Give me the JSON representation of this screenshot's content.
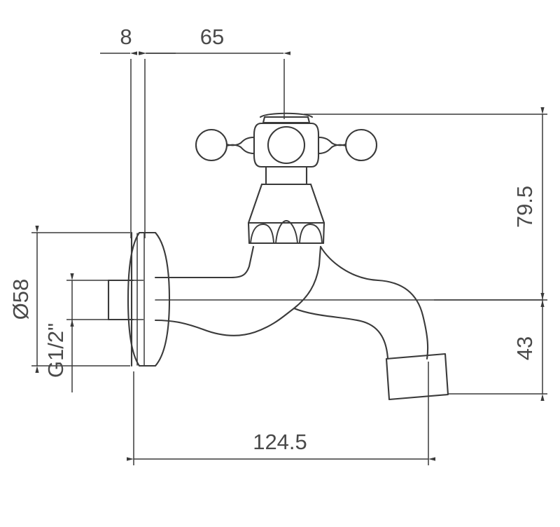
{
  "drawing": {
    "title": "Wall-mounted bib tap technical drawing",
    "units": "mm",
    "line_color": "#3a3a3a",
    "dimension_color": "#4a4a4a",
    "background": "#ffffff"
  },
  "dimensions": {
    "flange_thickness": "8",
    "wall_to_handle_center": "65",
    "flange_diameter": "Ø58",
    "inlet_thread": "G1/2\"",
    "handle_height_above_center": "79.5",
    "center_to_outlet_bottom": "43",
    "total_projection": "124.5"
  },
  "labels": [
    {
      "name": "flange-thickness",
      "text": "8",
      "orientation": "horizontal"
    },
    {
      "name": "wall-to-handle-center",
      "text": "65",
      "orientation": "horizontal"
    },
    {
      "name": "flange-diameter",
      "text": "Ø58",
      "orientation": "vertical"
    },
    {
      "name": "inlet-thread",
      "text": "G1/2\"",
      "orientation": "vertical"
    },
    {
      "name": "handle-height",
      "text": "79.5",
      "orientation": "vertical"
    },
    {
      "name": "outlet-drop",
      "text": "43",
      "orientation": "vertical"
    },
    {
      "name": "total-projection",
      "text": "124.5",
      "orientation": "horizontal"
    }
  ],
  "parts": [
    {
      "name": "wall-flange",
      "label": "Wall flange / escutcheon"
    },
    {
      "name": "inlet-nipple",
      "label": "Threaded inlet nipple"
    },
    {
      "name": "faucet-body",
      "label": "Faucet body"
    },
    {
      "name": "cross-handle",
      "label": "Cross handle"
    },
    {
      "name": "bonnet-cap",
      "label": "Bonnet cap"
    },
    {
      "name": "scalloped-collar",
      "label": "Scalloped decorative collar"
    },
    {
      "name": "spout",
      "label": "Curved spout"
    },
    {
      "name": "outlet",
      "label": "Spout outlet"
    }
  ]
}
